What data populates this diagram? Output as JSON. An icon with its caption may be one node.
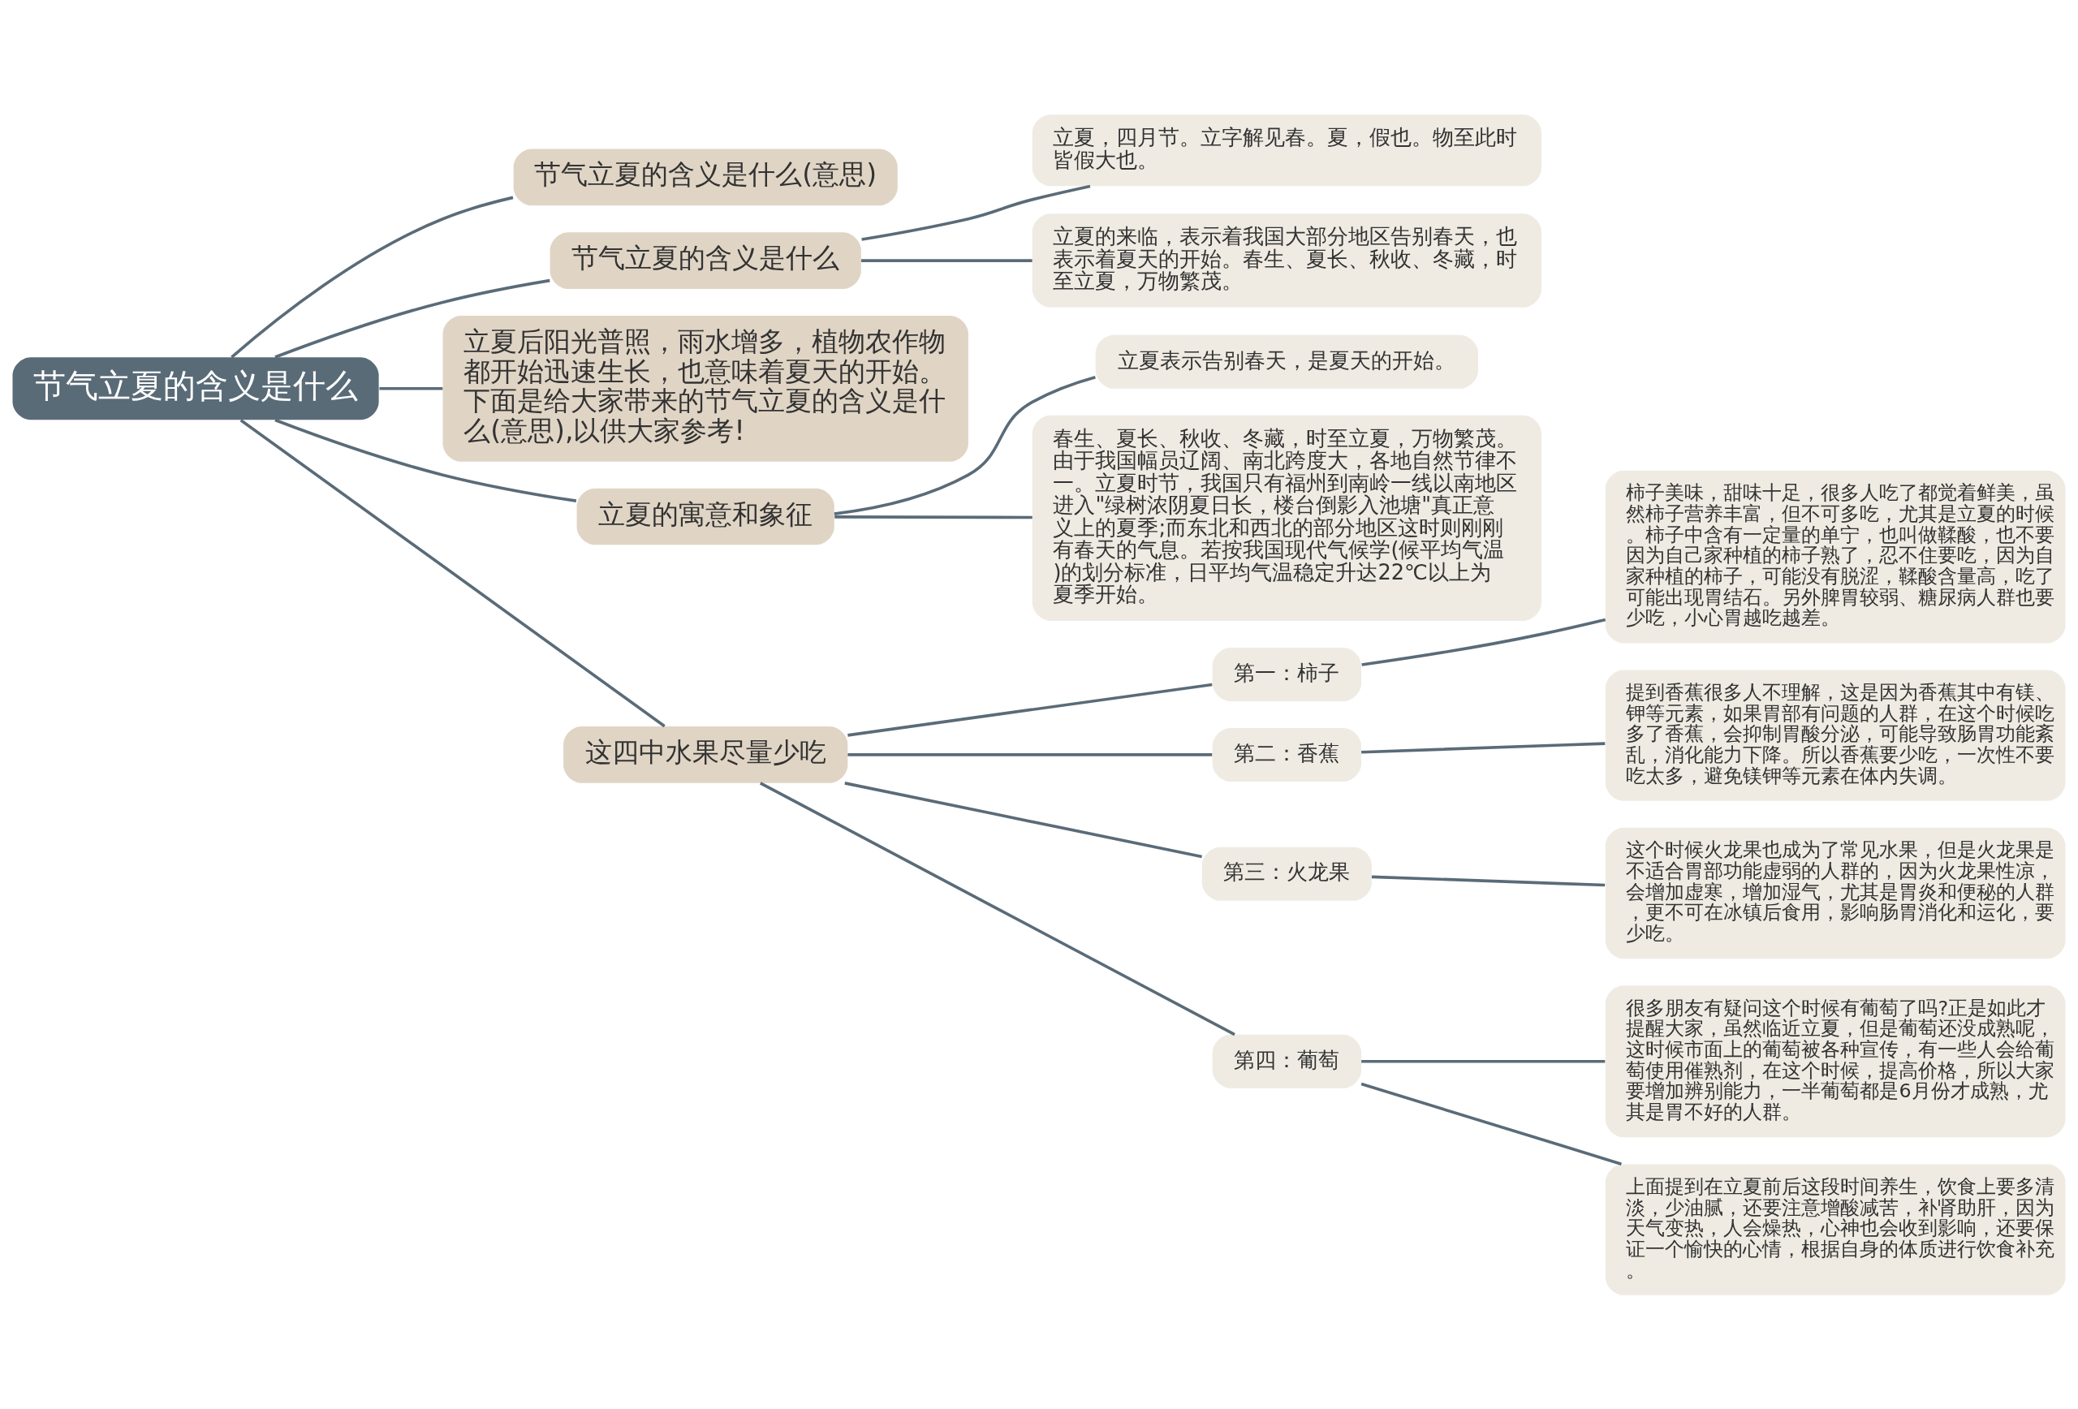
{
  "diagram": {
    "nodes": [
      {
        "text": [
          "节气立夏的含义是什么"
        ]
      },
      {
        "text": [
          "节气立夏的含义是什么(意思)"
        ]
      },
      {
        "text": [
          "节气立夏的含义是什么"
        ]
      },
      {
        "text": [
          "立夏，四月节。立字解见春。夏，假也。物至此时皆假大也。"
        ]
      },
      {
        "text": [
          "立夏的来临，表示着我国大部分地区告别春天，也表示着夏天的开始。春生、夏长、秋收、冬藏，时至立夏，万物繁茂。"
        ]
      },
      {
        "text": [
          "立夏后阳光普照，雨水增多，植物农作物都开始迅速生长，也意味着夏天的开始。下面是给大家带来的节气立夏的含义是什么(意思),以供大家参考!"
        ]
      },
      {
        "text": [
          "立夏的寓意和象征"
        ]
      },
      {
        "text": [
          "立夏表示告别春天，是夏天的开始。"
        ]
      },
      {
        "text": [
          "春生、夏长、秋收、冬藏，时至立夏，万物繁茂。由于我国幅员辽阔、南北跨度大，各地自然节律不一。立夏时节，我国只有福州到南岭一线以南地区进入\"绿树浓阴夏日长，楼台倒影入池塘\"真正意义上的夏季;而东北和西北的部分地区这时则刚刚有春天的气息。若按我国现代气候学(候平均气温)的划分标准，日平均气温稳定升达22℃以上为夏季开始。"
        ]
      },
      {
        "text": [
          "这四中水果尽量少吃"
        ]
      },
      {
        "text": [
          "第一：柿子"
        ]
      },
      {
        "text": [
          "柿子美味，甜味十足，很多人吃了都觉着鲜美，虽然柿子营养丰富，但不可多吃，尤其是立夏的时候。柿子中含有一定量的单宁，也叫做鞣酸，也不要因为自己家种植的柿子熟了，忍不住要吃，因为自家种植的柿子，可能没有脱涩，鞣酸含量高，吃了可能出现胃结石。另外脾胃较弱、糖尿病人群也要少吃，小心胃越吃越差。"
        ]
      },
      {
        "text": [
          "第二：香蕉"
        ]
      },
      {
        "text": [
          "提到香蕉很多人不理解，这是因为香蕉其中有镁、钾等元素，如果胃部有问题的人群，在这个时候吃多了香蕉，会抑制胃酸分泌，可能导致肠胃功能紊乱，消化能力下降。所以香蕉要少吃，一次性不要吃太多，避免镁钾等元素在体内失调。"
        ]
      },
      {
        "text": [
          "第三：火龙果"
        ]
      },
      {
        "text": [
          "这个时候火龙果也成为了常见水果，但是火龙果是不适合胃部功能虚弱的人群的，因为火龙果性凉，会增加虚寒，增加湿气，尤其是胃炎和便秘的人群，更不可在冰镇后食用，影响肠胃消化和运化，要少吃。"
        ]
      },
      {
        "text": [
          "第四：葡萄"
        ]
      },
      {
        "text": [
          "很多朋友有疑问这个时候有葡萄了吗?正是如此才提醒大家，虽然临近立夏，但是葡萄还没成熟呢，这时候市面上的葡萄被各种宣传，有一些人会给葡萄使用催熟剂，在这个时候，提高价格，所以大家要增加辨别能力，一半葡萄都是6月份才成熟，尤其是胃不好的人群。"
        ]
      },
      {
        "text": [
          "上面提到在立夏前后这段时间养生，饮食上要多清淡，少油腻，还要注意增酸减苦，补肾助肝，因为天气变热，人会燥热，心神也会收到影响，还要保证一个愉快的心情，根据自身的体质进行饮食补充。"
        ]
      }
    ],
    "edges": [
      {
        "from": 0,
        "to": 1,
        "arrow": "none"
      },
      {
        "from": 0,
        "to": 2,
        "arrow": "none"
      },
      {
        "from": 2,
        "to": 3,
        "arrow": "none"
      },
      {
        "from": 2,
        "to": 4,
        "arrow": "none"
      },
      {
        "from": 0,
        "to": 5,
        "arrow": "none"
      },
      {
        "from": 0,
        "to": 6,
        "arrow": "none"
      },
      {
        "from": 6,
        "to": 7,
        "arrow": "none"
      },
      {
        "from": 6,
        "to": 8,
        "arrow": "none"
      },
      {
        "from": 0,
        "to": 9,
        "arrow": "none"
      },
      {
        "from": 9,
        "to": 10,
        "arrow": "none"
      },
      {
        "from": 10,
        "to": 11,
        "arrow": "none"
      },
      {
        "from": 9,
        "to": 12,
        "arrow": "none"
      },
      {
        "from": 12,
        "to": 13,
        "arrow": "none"
      },
      {
        "from": 9,
        "to": 14,
        "arrow": "none"
      },
      {
        "from": 14,
        "to": 15,
        "arrow": "none"
      },
      {
        "from": 9,
        "to": 16,
        "arrow": "none"
      },
      {
        "from": 16,
        "to": 17,
        "arrow": "none"
      },
      {
        "from": 16,
        "to": 18,
        "arrow": "none"
      }
    ]
  }
}
